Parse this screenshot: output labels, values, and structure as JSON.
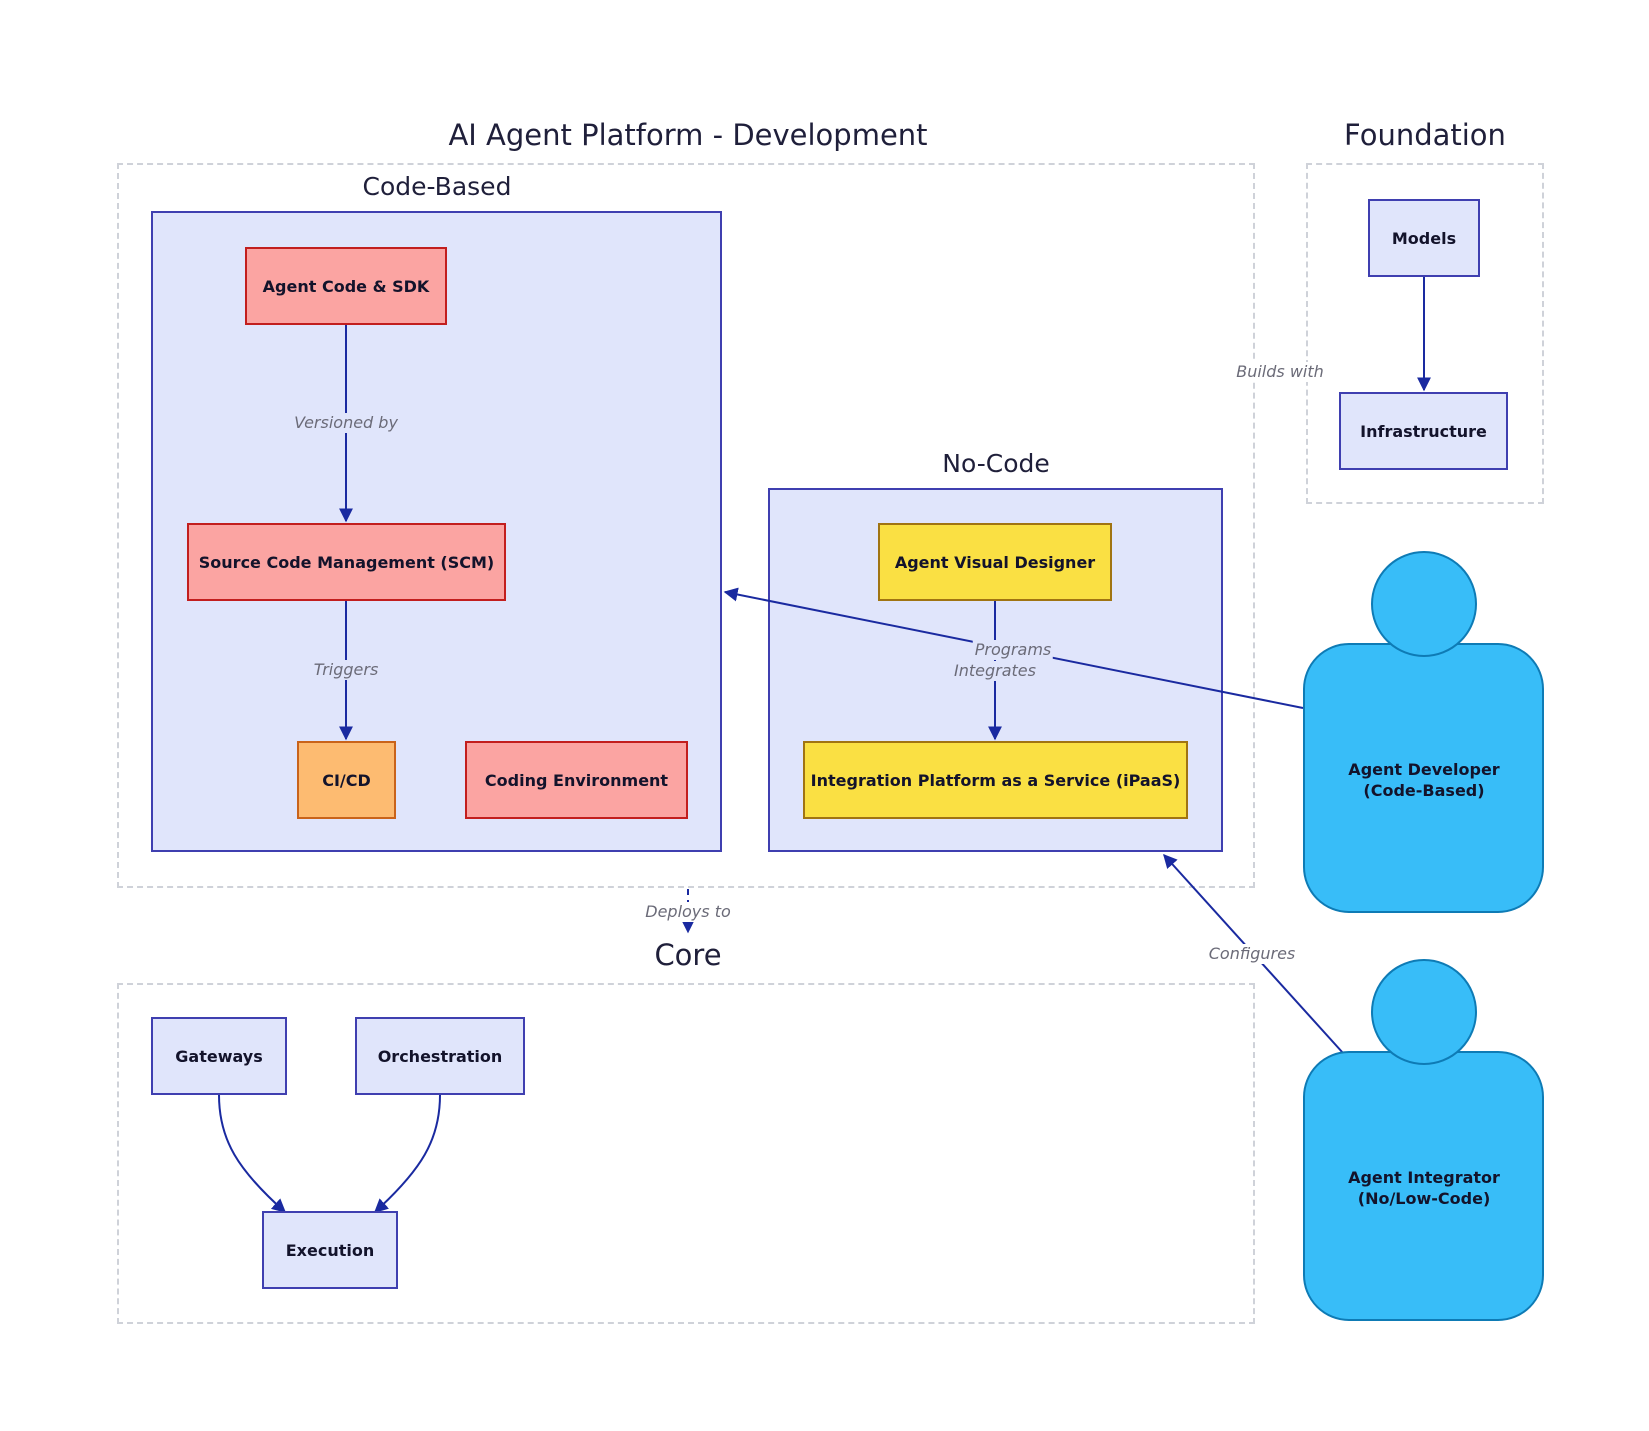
{
  "groups": {
    "development": "AI Agent Platform - Development",
    "foundation": "Foundation",
    "core": "Core",
    "code_based": "Code-Based",
    "no_code": "No-Code"
  },
  "nodes": {
    "agent_code_sdk": "Agent Code & SDK",
    "scm": "Source Code Management (SCM)",
    "cicd": "CI/CD",
    "coding_env": "Coding Environment",
    "visual_designer": "Agent Visual Designer",
    "ipaas": "Integration Platform as a Service (iPaaS)",
    "models": "Models",
    "infrastructure": "Infrastructure",
    "gateways": "Gateways",
    "orchestration": "Orchestration",
    "execution": "Execution"
  },
  "actors": {
    "developer_line1": "Agent Developer",
    "developer_line2": "(Code-Based)",
    "integrator_line1": "Agent Integrator",
    "integrator_line2": "(No/Low-Code)"
  },
  "edges": {
    "versioned_by": "Versioned by",
    "triggers": "Triggers",
    "programs": "Programs",
    "integrates": "Integrates",
    "builds_with": "Builds with",
    "deploys_to": "Deploys to",
    "configures": "Configures"
  },
  "colors": {
    "cluster_fill": "#e0e5fb",
    "cluster_border": "#3f3fb0",
    "code_node_fill": "#fba4a2",
    "cicd_fill": "#fdbb71",
    "nocode_node_fill": "#fae043",
    "actor_fill": "#38bdf8",
    "edge": "#1a2aa0"
  }
}
